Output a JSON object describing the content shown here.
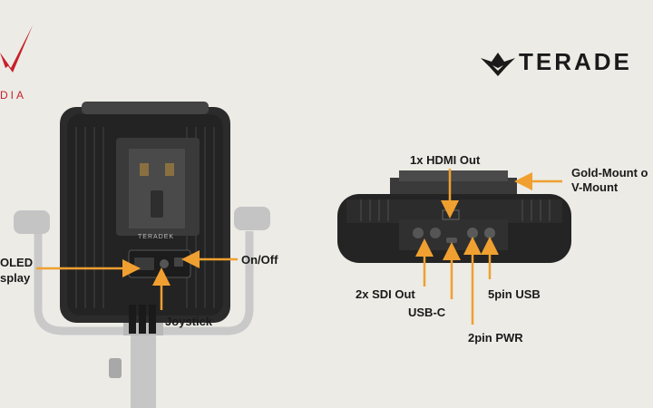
{
  "brand_left": {
    "text": "DIA",
    "color": "#c8202a"
  },
  "brand_right": {
    "text": "TERADE",
    "color": "#1a1a1a"
  },
  "device_left": {
    "badge_text": "TERADEK"
  },
  "labels": {
    "oled_line1": "OLED",
    "oled_line2": "splay",
    "on_off": "On/Off",
    "joystick": "Joystick",
    "hdmi_out": "1x HDMI Out",
    "gold_mount_line1": "Gold-Mount o",
    "gold_mount_line2": "V-Mount",
    "sdi_out": "2x SDI Out",
    "usb_c": "USB-C",
    "five_pin_usb": "5pin USB",
    "two_pin_pwr": "2pin PWR"
  },
  "colors": {
    "background": "#ecebe6",
    "arrow": "#f0a030",
    "device": "#2a2a2a"
  }
}
